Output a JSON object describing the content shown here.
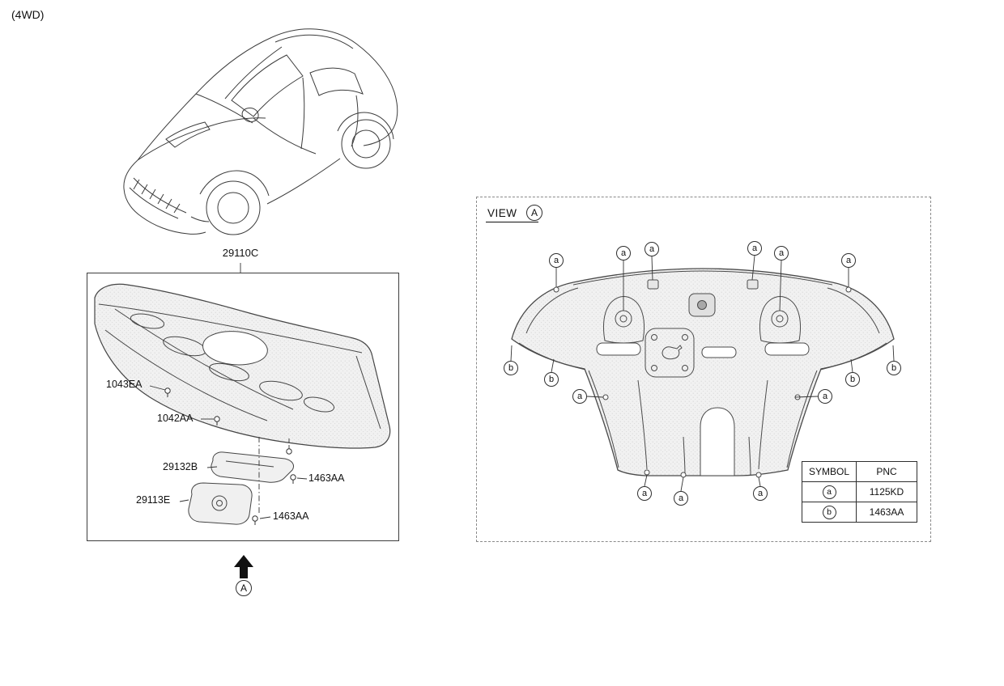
{
  "page": {
    "drivetrain_label": "(4WD)"
  },
  "parts_box": {
    "part_number": "29110C",
    "labels": {
      "l1": "1043EA",
      "l2": "1042AA",
      "l3": "29132B",
      "l4": "1463AA",
      "l5": "29113E",
      "l6": "1463AA"
    },
    "view_arrow_letter": "A"
  },
  "view_panel": {
    "title": "VIEW",
    "view_letter": "A",
    "symbol_a": "a",
    "symbol_b": "b",
    "table": {
      "col_symbol": "SYMBOL",
      "col_pnc": "PNC",
      "rows": [
        {
          "symbol": "a",
          "pnc": "1125KD"
        },
        {
          "symbol": "b",
          "pnc": "1463AA"
        }
      ]
    }
  }
}
